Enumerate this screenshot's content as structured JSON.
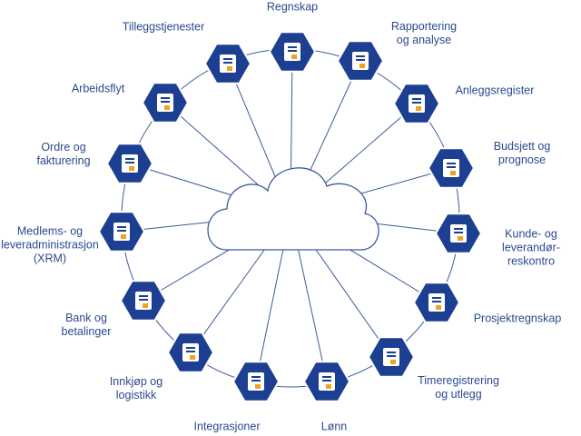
{
  "colors": {
    "hex": "#1c3f91",
    "line": "#3c5a9a",
    "accent": "#f4a21d",
    "text": "#2b4a8c"
  },
  "center": {
    "icon": "cloud-icon"
  },
  "modules": [
    {
      "label": "Regnskap",
      "icon": "accounting-report-icon"
    },
    {
      "label": "Rapportering\nog analyse",
      "icon": "pie-chart-icon"
    },
    {
      "label": "Anleggsregister",
      "icon": "building-icon"
    },
    {
      "label": "Budsjett og\nprognose",
      "icon": "growth-chart-icon"
    },
    {
      "label": "Kunde- og\nleverandør-\nreskontro",
      "icon": "calendar-check-icon"
    },
    {
      "label": "Prosjektregnskap",
      "icon": "spreadsheet-icon"
    },
    {
      "label": "Timeregistrering\nog utlegg",
      "icon": "hourglass-icon"
    },
    {
      "label": "Lønn",
      "icon": "payslip-envelope-icon"
    },
    {
      "label": "Integrasjoner",
      "icon": "link-icon"
    },
    {
      "label": "Innkjøp og\nlogistikk",
      "icon": "box-icon"
    },
    {
      "label": "Bank og\nbetalinger",
      "icon": "bank-icon"
    },
    {
      "label": "Medlems- og\nleveradministrasjon\n(XRM)",
      "icon": "id-badge-icon"
    },
    {
      "label": "Ordre og\nfakturering",
      "icon": "invoice-icon"
    },
    {
      "label": "Arbeidsflyt",
      "icon": "workflow-icon"
    },
    {
      "label": "Tilleggstjenester",
      "icon": "diamond-icon"
    }
  ]
}
